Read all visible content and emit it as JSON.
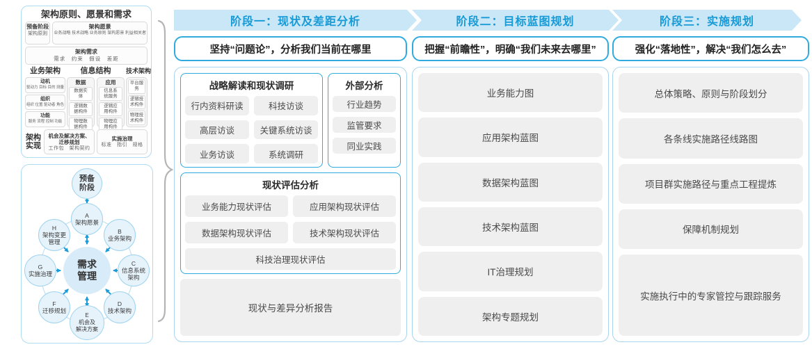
{
  "colors": {
    "band_bg": "#c9e7f7",
    "band_text": "#179ad6",
    "blue_border": "#2fabdf",
    "panel_border": "#a8d5ee",
    "gray_box": "#efefef",
    "arrow_blue": "#1b9cd8",
    "node_fill": "#e7f3fb",
    "node_border": "#9ed3ef",
    "center_fill": "#d8ebf8",
    "brace_gray": "#b4b4b4"
  },
  "left_panel": {
    "title": "架构原则、愿景和需求",
    "prep_stage": {
      "title": "预备阶段",
      "subtitle": "架构原则"
    },
    "vision": {
      "title": "架构愿景",
      "content": "业务战略 技术战略 业务原则 架构愿景 利益相关者"
    },
    "requirements": {
      "title": "架构需求",
      "content": "需求　约束　假设　差距"
    },
    "business": {
      "title": "业务架构",
      "boxes": [
        {
          "title": "动机",
          "content": "驱动力 目标 目的 测量"
        },
        {
          "title": "组织",
          "content": "组织 位置 驱动者 角色"
        },
        {
          "title": "功能",
          "content": "服务 流程 控制 功能"
        }
      ]
    },
    "information": {
      "title": "信息结构",
      "data": {
        "title": "数据",
        "items": [
          "数据实体",
          "逻辑数据构件",
          "物理数据构件"
        ]
      },
      "application": {
        "title": "应用",
        "items": [
          "信息系统服务",
          "逻辑应用构件",
          "物理应用构件"
        ]
      }
    },
    "technology": {
      "title": "技术架构",
      "items": [
        "平台服务",
        "逻辑技术构件",
        "物理技术构件"
      ]
    },
    "realization": {
      "label": "架构\n实现",
      "opportunities": {
        "title": "机会及解决方案、\n迁移规划",
        "content": "工作包　架构契约"
      },
      "governance": {
        "title": "实施治理",
        "content": "标准　指引　规格"
      }
    }
  },
  "adm": {
    "prep": "预备\n阶段",
    "center": "需求\n管理",
    "nodes": [
      {
        "id": "A",
        "label": "A\n架构愿景"
      },
      {
        "id": "B",
        "label": "B\n业务架构"
      },
      {
        "id": "C",
        "label": "C\n信息系统\n架构"
      },
      {
        "id": "D",
        "label": "D\n技术架构"
      },
      {
        "id": "E",
        "label": "E\n机会及\n解决方案"
      },
      {
        "id": "F",
        "label": "F\n迁移规划"
      },
      {
        "id": "G",
        "label": "G\n实施治理"
      },
      {
        "id": "H",
        "label": "H\n架构变更\n管理"
      }
    ]
  },
  "phases": [
    {
      "header": "阶段一：现状及差距分析",
      "slogan": "坚持“问题论”，分析我们当前在哪里",
      "survey": {
        "title": "战略解读和现状调研",
        "items": [
          "行内资料研读",
          "科技访谈",
          "高层访谈",
          "关键系统访谈",
          "业务访谈",
          "系统调研"
        ]
      },
      "external": {
        "title": "外部分析",
        "items": [
          "行业趋势",
          "监管要求",
          "同业实践"
        ]
      },
      "assessment": {
        "title": "现状评估分析",
        "items": [
          "业务能力现状评估",
          "应用架构现状评估",
          "数据架构现状评估",
          "技术架构现状评估",
          "科技治理现状评估"
        ]
      },
      "report": "现状与差异分析报告"
    },
    {
      "header": "阶段二：目标蓝图规划",
      "slogan": "把握“前瞻性”，明确“我们未来去哪里”",
      "items": [
        "业务能力图",
        "应用架构蓝图",
        "数据架构蓝图",
        "技术架构蓝图",
        "IT治理规划",
        "架构专题规划"
      ]
    },
    {
      "header": "阶段三：实施规划",
      "slogan": "强化“落地性”，解决“我们怎么去”",
      "items": [
        "总体策略、原则与阶段划分",
        "各条线实施路径线路图",
        "项目群实施路径与重点工程提炼",
        "保障机制规划",
        "实施执行中的专家管控与跟踪服务"
      ]
    }
  ]
}
